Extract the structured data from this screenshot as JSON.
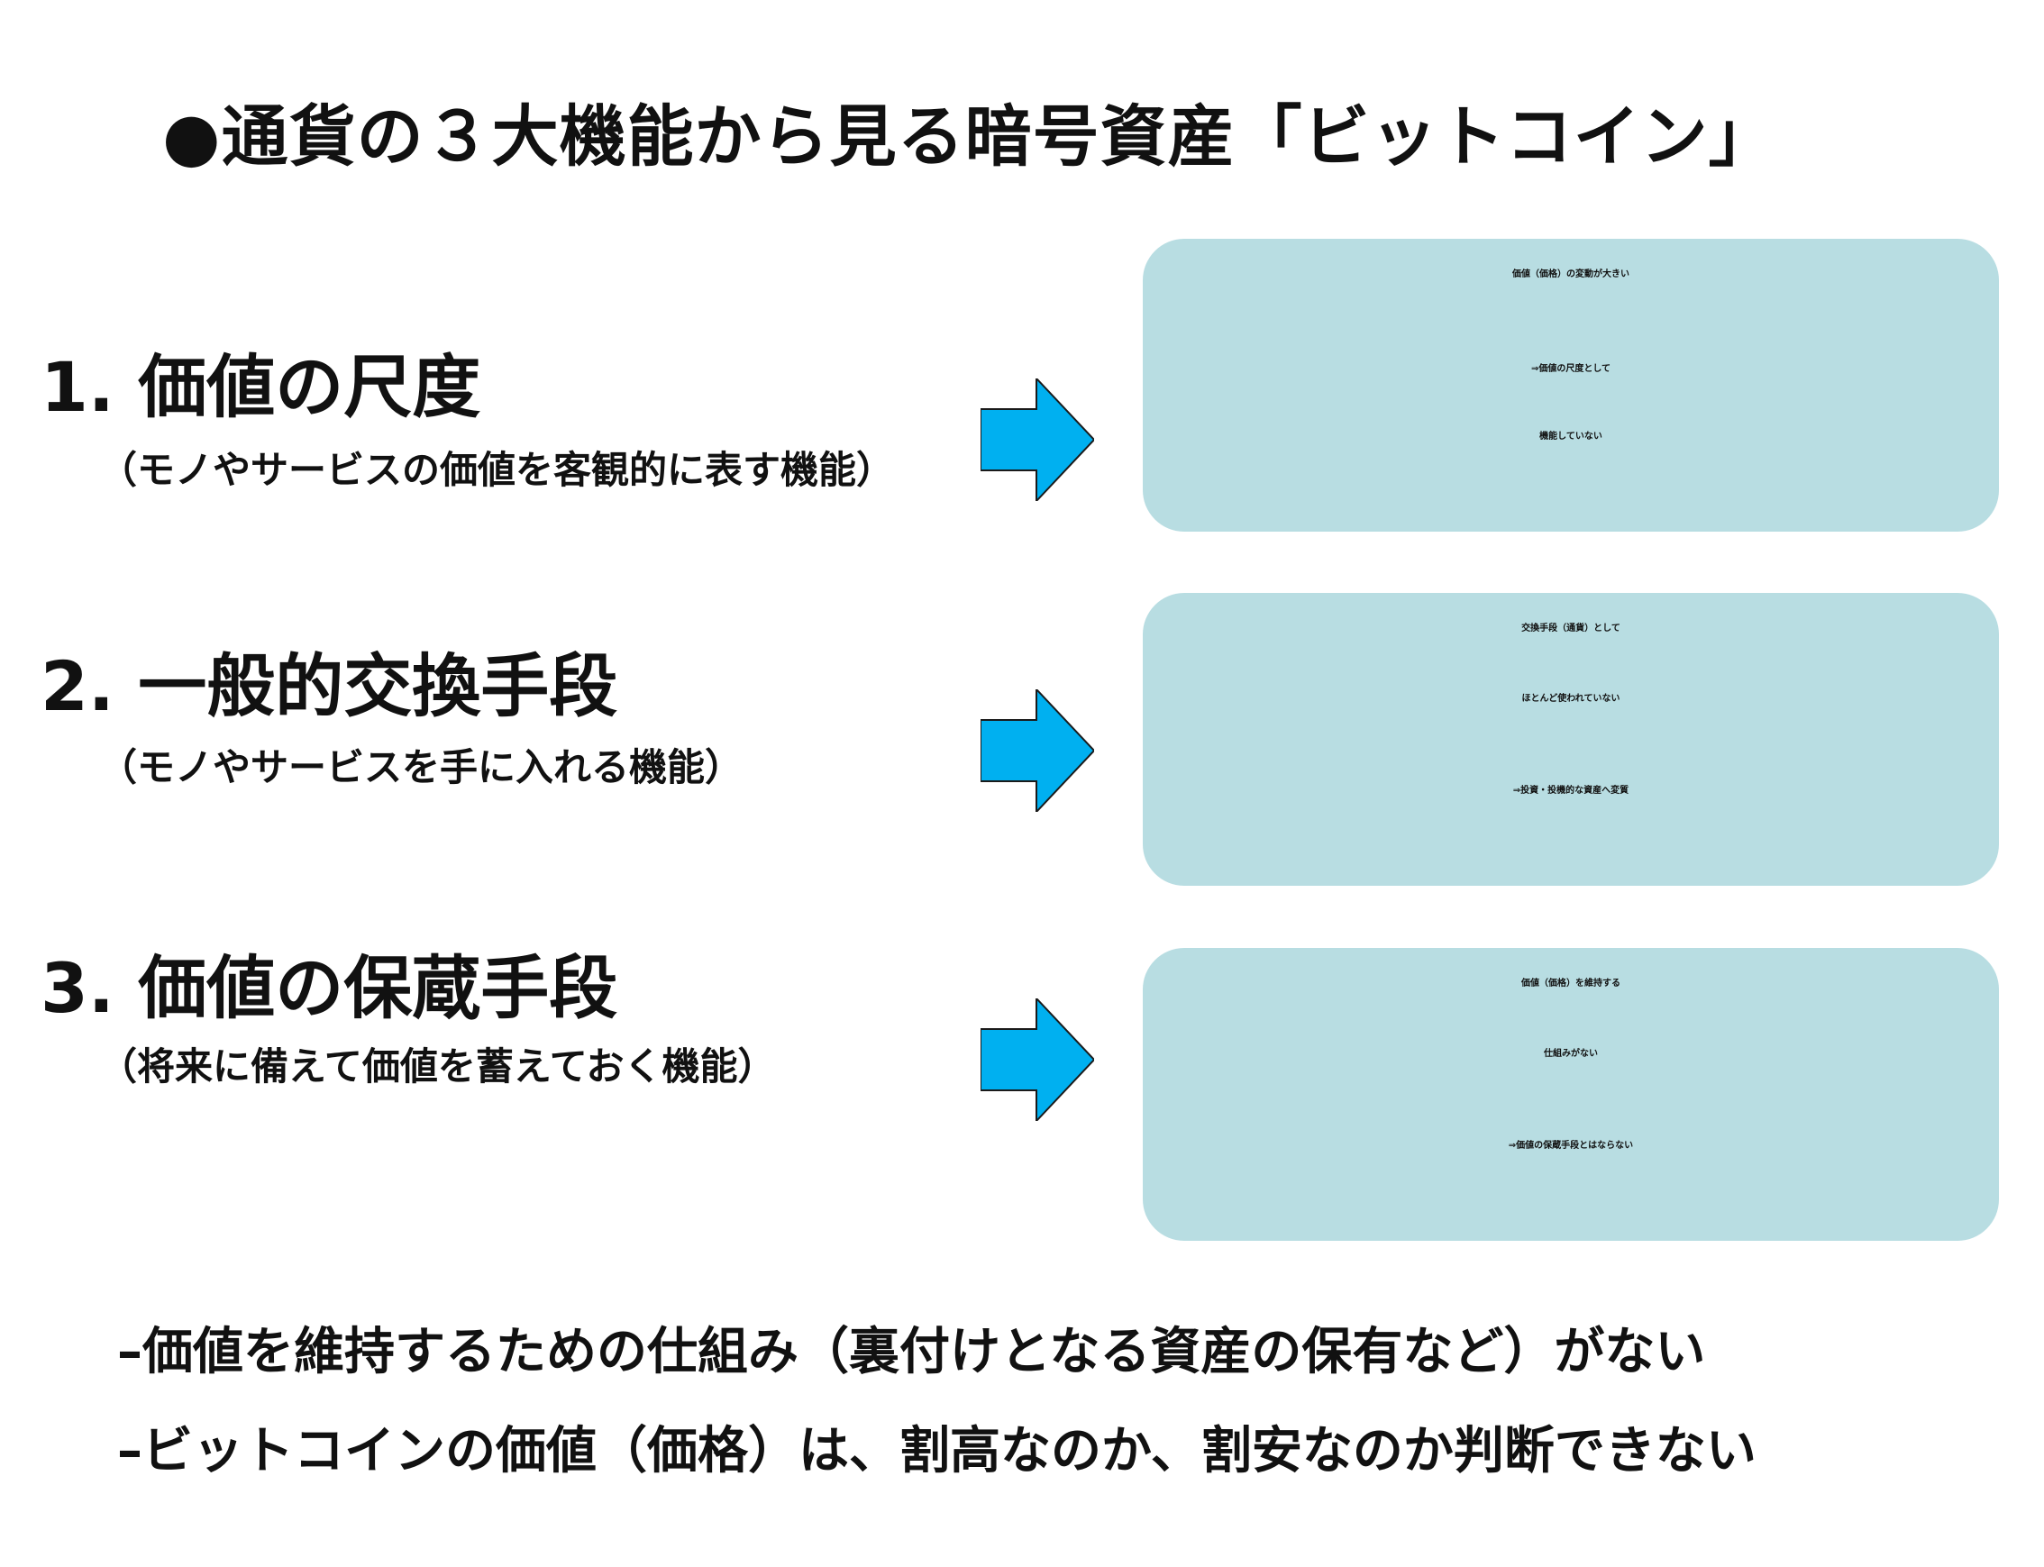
{
  "title": "●通貨の３大機能から見る暗号資産「ビットコイン」",
  "functions": [
    {
      "heading": "1. 価値の尺度",
      "subtitle": "（モノやサービスの価値を客観的に表す機能）",
      "box_lines": [
        "価値（価格）の変動が大きい",
        "⇒価値の尺度として",
        "機能していない"
      ]
    },
    {
      "heading": "2. 一般的交換手段",
      "subtitle": "（モノやサービスを手に入れる機能）",
      "box_lines": [
        "交換手段（通貨）として",
        "ほとんど使われていない",
        "⇒投資・投機的な資産へ変質"
      ]
    },
    {
      "heading": "3. 価値の保蔵手段",
      "subtitle": "（将来に備えて価値を蓄えておく機能）",
      "box_lines": [
        "価値（価格）を維持する",
        "仕組みがない",
        "⇒価値の保蔵手段とはならない"
      ]
    }
  ],
  "notes": [
    "–価値を維持するための仕組み（裏付けとなる資産の保有など）がない",
    "–ビットコインの価値（価格）は、割高なのか、割安なのか判断できない"
  ],
  "colors": {
    "box_fill": "#b8dde2",
    "arrow_fill": "#00b0f0",
    "text": "#111111"
  },
  "icons": {
    "arrow": "right-arrow-icon"
  }
}
